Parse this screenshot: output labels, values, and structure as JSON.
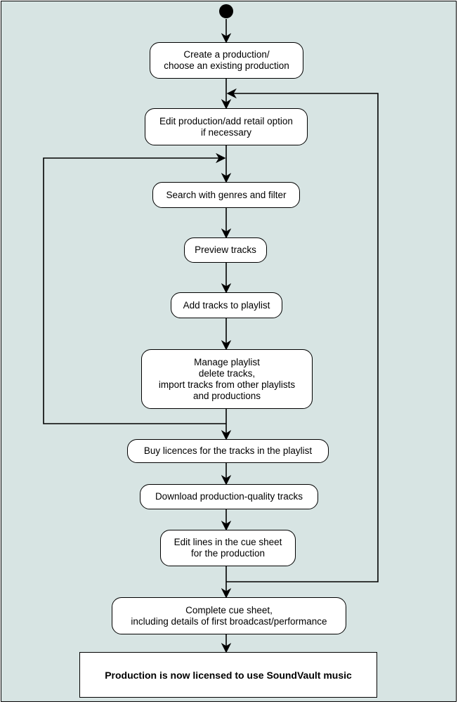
{
  "diagram": {
    "nodes": [
      {
        "id": "create",
        "label": "Create a production/\nchoose an existing production"
      },
      {
        "id": "edit",
        "label": "Edit production/add retail option\nif necessary"
      },
      {
        "id": "search",
        "label": "Search with genres and filter"
      },
      {
        "id": "preview",
        "label": "Preview tracks"
      },
      {
        "id": "add",
        "label": "Add tracks to playlist"
      },
      {
        "id": "manage",
        "label": "Manage playlist\ndelete tracks,\nimport tracks from other playlists\nand productions"
      },
      {
        "id": "buy",
        "label": "Buy licences for the tracks in the playlist"
      },
      {
        "id": "download",
        "label": "Download production-quality tracks"
      },
      {
        "id": "editcue",
        "label": "Edit lines in the cue sheet\nfor the production"
      },
      {
        "id": "complete",
        "label": "Complete cue sheet,\nincluding details of first broadcast/performance"
      },
      {
        "id": "final",
        "label": "Production is now licensed to use SoundVault music"
      }
    ]
  }
}
